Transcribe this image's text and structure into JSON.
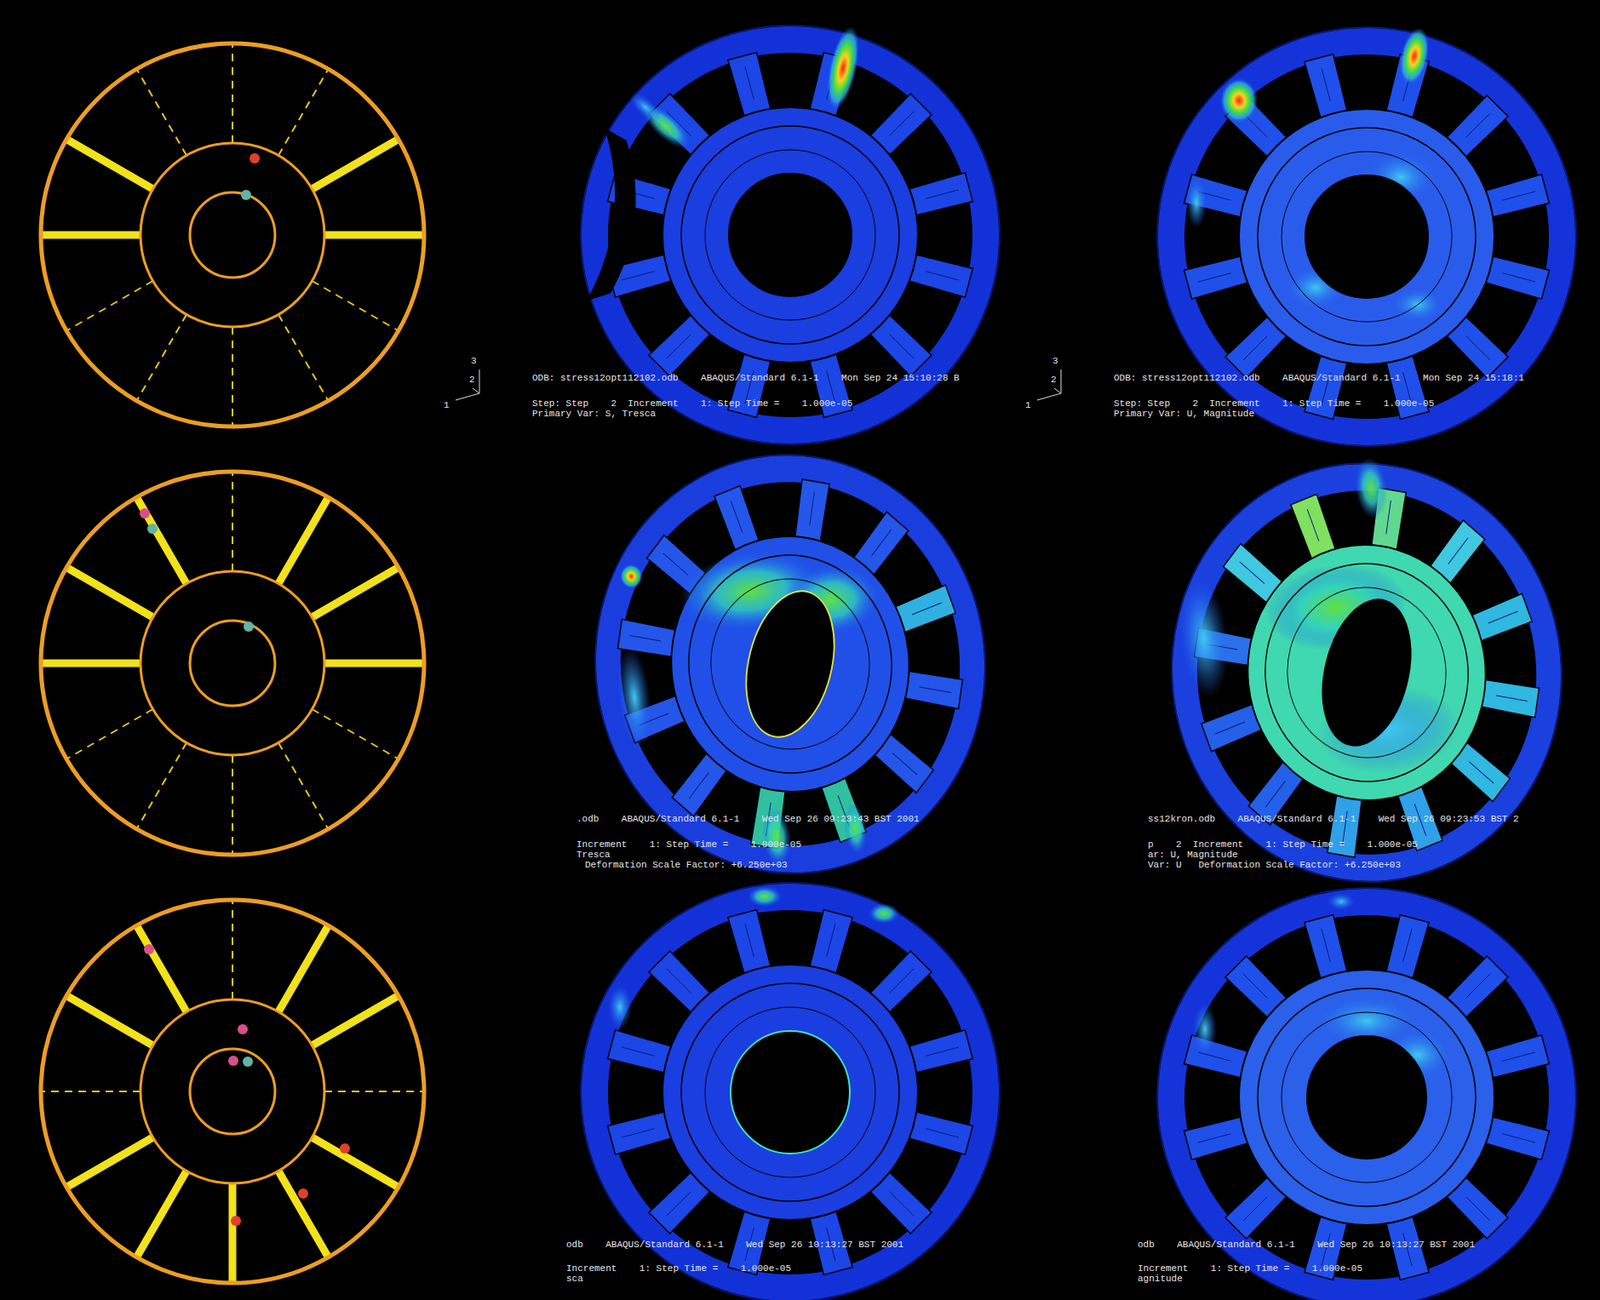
{
  "diagram": {
    "labels": [
      "3",
      "2",
      "1",
      "ODB: stress12opt112102.odb    ABAQUS/Standard 6.1-1    Mon Sep 24 15:10:28 B",
      "Step: Step    2  Increment    1: Step Time =    1.000e-05",
      "Primary Var: S, Tresca",
      "3",
      "2",
      "1",
      "ODB: stress12opt112102.odb    ABAQUS/Standard 6.1-1    Mon Sep 24 15:18:1",
      "Step: Step    2  Increment    1: Step Time =    1.000e-05",
      "Primary Var: U, Magnitude",
      ".odb    ABAQUS/Standard 6.1-1    Wed Sep 26 09:23:43 BST 2001",
      "Increment    1: Step Time =    1.000e-05",
      "Tresca",
      "Deformation Scale Factor: +6.250e+03",
      "ss12kron.odb    ABAQUS/Standard 6.1-1    Wed Sep 26 09:23:53 BST 2",
      "p    2  Increment    1: Step Time =    1.000e-05",
      "ar: U, Magnitude",
      "Var: U   Deformation Scale Factor: +6.250e+03",
      "odb    ABAQUS/Standard 6.1-1    Wed Sep 26 10:13:27 BST 2001",
      "Increment    1: Step Time =    1.000e-05",
      "sca",
      "odb    ABAQUS/Standard 6.1-1    Wed Sep 26 10:13:27 BST 2001",
      "Increment    1: Step Time =    1.000e-05",
      "agnitude"
    ]
  }
}
